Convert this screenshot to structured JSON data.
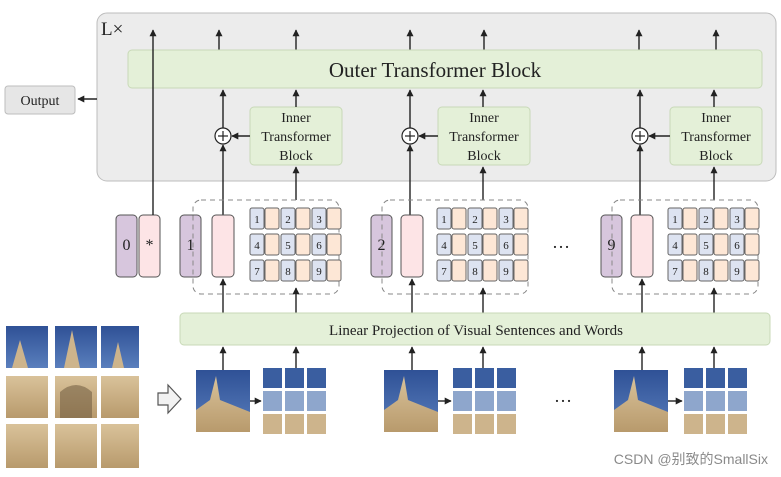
{
  "outer_block": {
    "repeat_label": "L×",
    "title": "Outer Transformer Block"
  },
  "output_label": "Output",
  "inner_block_lines": [
    "Inner",
    "Transformer",
    "Block"
  ],
  "projection_label": "Linear Projection of Visual Sentences and Words",
  "class_token": {
    "index": "0",
    "mark": "*"
  },
  "sentence_labels": [
    "1",
    "2",
    "9"
  ],
  "word_labels": [
    "1",
    "2",
    "3",
    "4",
    "5",
    "6",
    "7",
    "8",
    "9"
  ],
  "ellipsis": "…",
  "watermark": "CSDN @别致的SmallSix",
  "colors": {
    "outer_panel": "#ececec",
    "block_fill": "#e4f0d8",
    "sentence_token": "#d7c6dd",
    "class_token": "#fde4e6",
    "word_blue": "#dde3f1",
    "word_peach": "#fde7d6",
    "sky": "#3a5ea0",
    "stone": "#cdb48c"
  }
}
